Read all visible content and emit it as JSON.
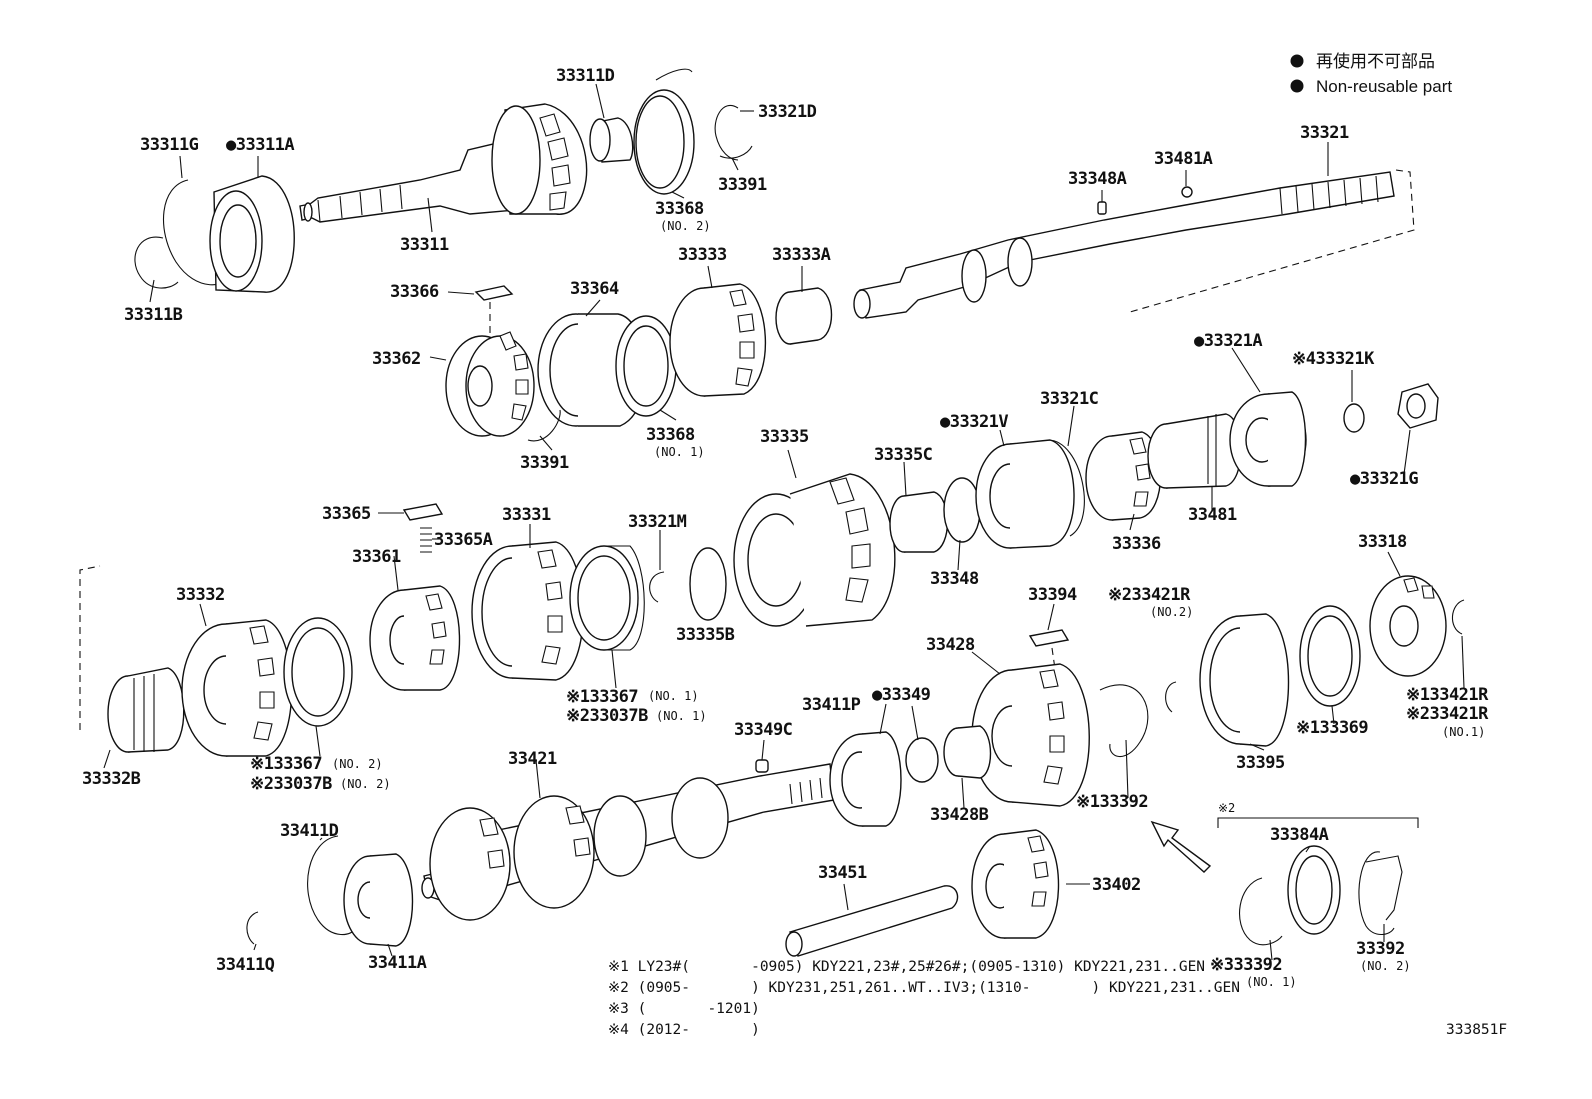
{
  "legend": {
    "items": [
      {
        "symbol": "●",
        "text": "再使用不可部品"
      },
      {
        "symbol": "●",
        "text": "Non-reusable part"
      }
    ]
  },
  "labels": {
    "p33311D": "33311D",
    "p33321D": "33321D",
    "p33311G": "33311G",
    "p33311A": "●33311A",
    "p33391a": "33391",
    "p33368b": "33368",
    "p33368b_sub": "(NO. 2)",
    "p33311": "33311",
    "p33311B": "33311B",
    "p33348A": "33348A",
    "p33481A": "33481A",
    "p33321": "33321",
    "p33366": "33366",
    "p33364": "33364",
    "p33333": "33333",
    "p33333A": "33333A",
    "p33362": "33362",
    "p33391b": "33391",
    "p33368a": "33368",
    "p33368a_sub": "(NO. 1)",
    "p33321A": "●33321A",
    "p33321K": "※433321K",
    "p33321G": "●33321G",
    "p33335": "33335",
    "p33321V": "●33321V",
    "p33321C": "33321C",
    "p33335C": "33335C",
    "p33336": "33336",
    "p33481": "33481",
    "p33348": "33348",
    "p33365": "33365",
    "p33365A": "33365A",
    "p33331": "33331",
    "p33321M": "33321M",
    "p33361": "33361",
    "p33335B": "33335B",
    "p33332": "33332",
    "p33367a": "※133367",
    "p33367a_sub": "(NO. 1)",
    "p33037Ba": "※233037B",
    "p33037Ba_sub": "(NO. 1)",
    "p33318": "33318",
    "p33394": "33394",
    "p33421Rb": "※233421R",
    "p33421Rb_sub": "(NO.2)",
    "p33428": "33428",
    "p33332B": "33332B",
    "p33367b": "※133367",
    "p33367b_sub": "(NO. 2)",
    "p33037Bb": "※233037B",
    "p33037Bb_sub": "(NO. 2)",
    "p33411P": "33411P",
    "p33349": "●33349",
    "p33349C": "33349C",
    "p33421Ra": "※133421R",
    "p33421Ra2": "※233421R",
    "p33421Ra_sub": "(NO.1)",
    "p33369": "※133369",
    "p33395": "33395",
    "p33421": "33421",
    "p33428B": "33428B",
    "p33392a": "※133392",
    "p33411D": "33411D",
    "p33451": "33451",
    "p33402": "33402",
    "ref2": "※2",
    "p33384A": "33384A",
    "p33411Q": "33411Q",
    "p33411A": "33411A",
    "p33392b": "※333392",
    "p33392b_sub": "(NO. 1)",
    "p33392c": "33392",
    "p33392c_sub": "(NO. 2)"
  },
  "notes": [
    "※1 LY23#(       -0905) KDY221,23#,25#26#;(0905-1310) KDY221,231..GEN",
    "※2 (0905-       ) KDY231,251,261..WT..IV3;(1310-       ) KDY221,231..GEN",
    "※3 (       -1201)",
    "※4 (2012-       )"
  ],
  "figure_code": "333851F"
}
